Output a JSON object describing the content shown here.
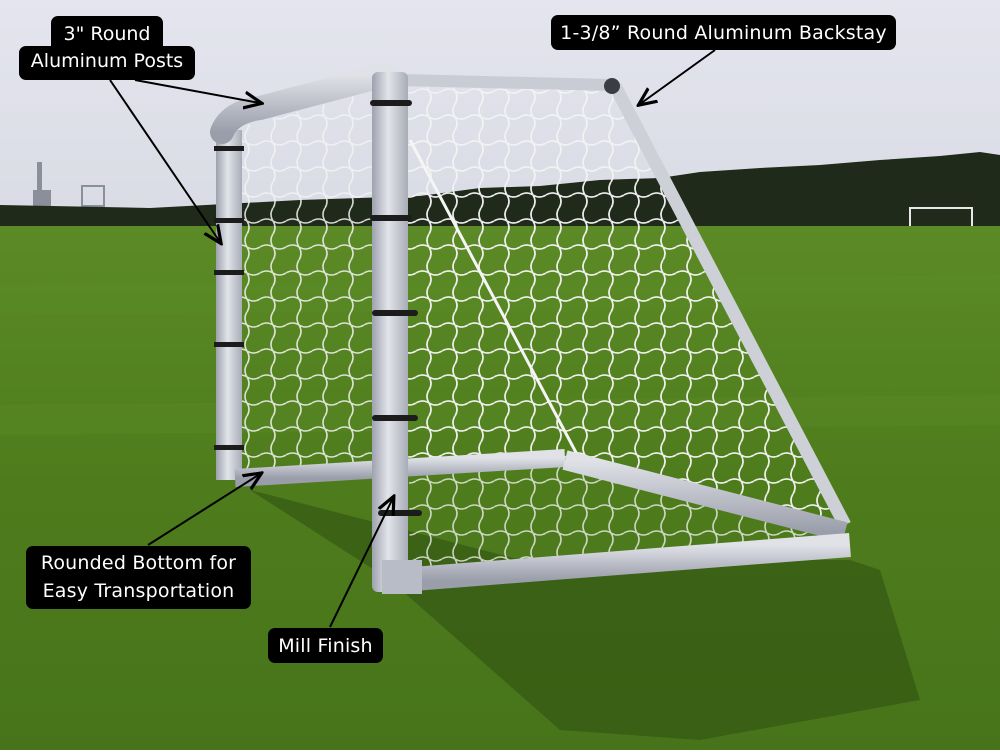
{
  "image": {
    "subject": "aluminum soccer goal with net on grass field",
    "colors": {
      "sky": "#dfe1ea",
      "grass": "#4f7d1c",
      "grass_dark": "#3c6514",
      "treeline": "#1f2a1a",
      "aluminum": "#c9ccd4",
      "net": "#f2f2f2",
      "label_bg": "#000000",
      "label_text": "#ffffff"
    }
  },
  "callouts": {
    "posts": {
      "line1": "3\" Round",
      "line2": "Aluminum Posts"
    },
    "backstay": {
      "text": "1-3/8” Round Aluminum Backstay"
    },
    "bottom": {
      "line1": "Rounded Bottom for",
      "line2": "Easy Transportation"
    },
    "finish": {
      "text": "Mill Finish"
    }
  }
}
